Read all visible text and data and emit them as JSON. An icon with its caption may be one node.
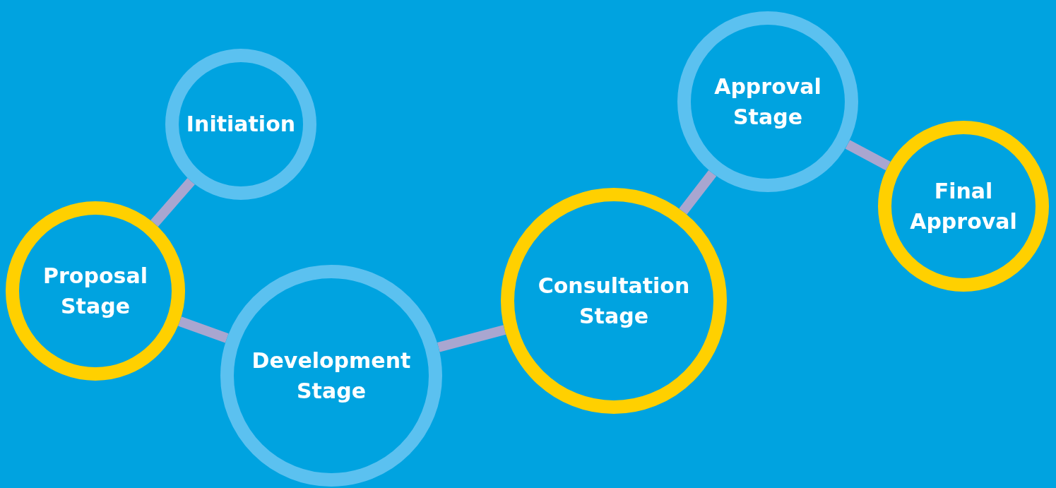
{
  "diagram": {
    "nodes": [
      {
        "text": [
          "Initiation"
        ]
      },
      {
        "text": [
          "Proposal Stage"
        ]
      },
      {
        "text": [
          "Development Stage"
        ]
      },
      {
        "text": [
          "Consultation Stage"
        ]
      },
      {
        "text": [
          "Approval Stage"
        ]
      },
      {
        "text": [
          "Final Approval"
        ]
      }
    ],
    "edges": [
      {
        "from": 0,
        "to": 1,
        "arrow": "none"
      },
      {
        "from": 1,
        "to": 2,
        "arrow": "none"
      },
      {
        "from": 2,
        "to": 3,
        "arrow": "none"
      },
      {
        "from": 3,
        "to": 4,
        "arrow": "none"
      },
      {
        "from": 4,
        "to": 5,
        "arrow": "none"
      }
    ]
  }
}
